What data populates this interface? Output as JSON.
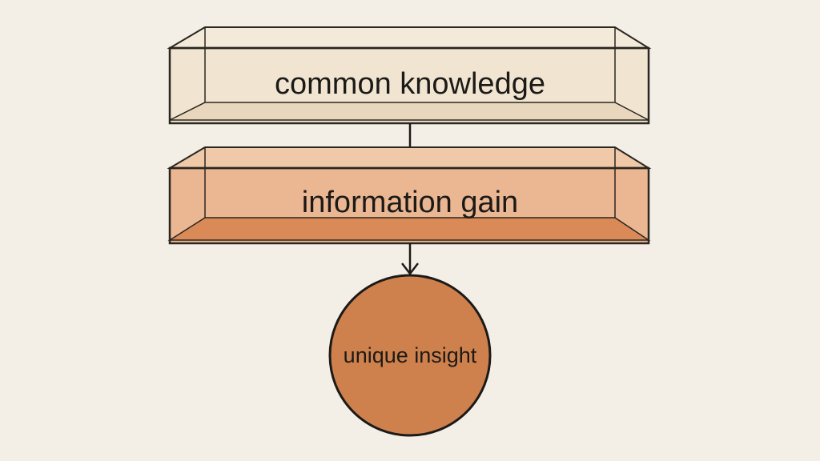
{
  "diagram": {
    "tiers": [
      {
        "id": "common",
        "label": "common knowledge"
      },
      {
        "id": "info",
        "label": "information gain"
      }
    ],
    "result": {
      "label": "unique insight"
    }
  },
  "colors": {
    "background": "#f3efe6",
    "tier1_fill": "#f1e5d2",
    "tier1_floor": "#e8d7bd",
    "tier2_fill": "#ebb792",
    "tier2_floor": "#d98a56",
    "circle_fill": "#cf814d",
    "ink": "#1c1a17"
  }
}
